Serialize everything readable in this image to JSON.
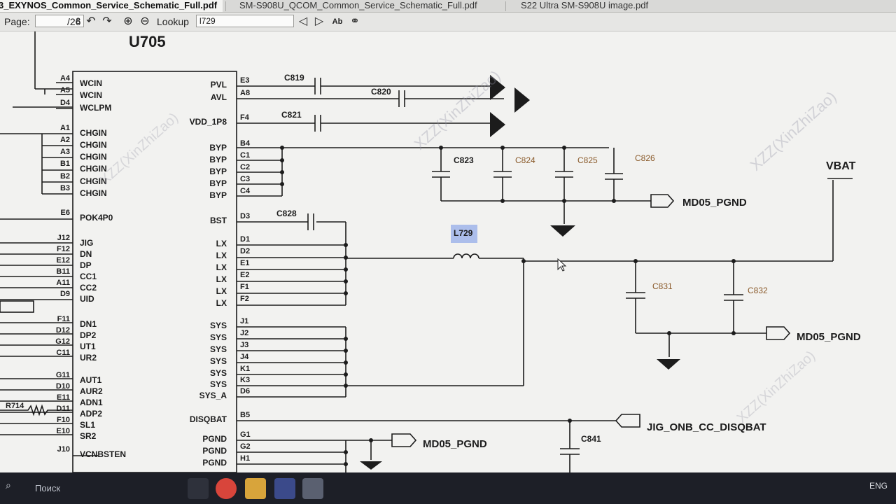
{
  "tabs": [
    {
      "label": "3_EXYNOS_Common_Service_Schematic_Full.pdf",
      "active": true
    },
    {
      "label": "SM-S908U_QCOM_Common_Service_Schematic_Full.pdf",
      "active": false
    },
    {
      "label": "S22 Ultra SM-S908U image.pdf",
      "active": false
    }
  ],
  "toolbar": {
    "page_label": "Page:",
    "page_value": "8",
    "page_total": "/26",
    "lookup_label": "Lookup",
    "lookup_value": "l729"
  },
  "schematic": {
    "chip_name": "U705",
    "left_pins": [
      {
        "ball": "A4",
        "name": "WCIN"
      },
      {
        "ball": "A5",
        "name": "WCIN"
      },
      {
        "ball": "D4",
        "name": "WCLPM"
      },
      {
        "ball": "A1",
        "name": "CHGIN"
      },
      {
        "ball": "A2",
        "name": "CHGIN"
      },
      {
        "ball": "A3",
        "name": "CHGIN"
      },
      {
        "ball": "B1",
        "name": "CHGIN"
      },
      {
        "ball": "B2",
        "name": "CHGIN"
      },
      {
        "ball": "B3",
        "name": "CHGIN"
      },
      {
        "ball": "E6",
        "name": "POK4P0"
      },
      {
        "ball": "J12",
        "name": "JIG"
      },
      {
        "ball": "F12",
        "name": "DN"
      },
      {
        "ball": "E12",
        "name": "DP"
      },
      {
        "ball": "B11",
        "name": "CC1"
      },
      {
        "ball": "A11",
        "name": "CC2"
      },
      {
        "ball": "D9",
        "name": "UID"
      },
      {
        "ball": "F11",
        "name": "DN1"
      },
      {
        "ball": "D12",
        "name": "DP2"
      },
      {
        "ball": "G12",
        "name": "UT1"
      },
      {
        "ball": "C11",
        "name": "UR2"
      },
      {
        "ball": "G11",
        "name": "AUT1"
      },
      {
        "ball": "D10",
        "name": "AUR2"
      },
      {
        "ball": "E11",
        "name": "ADN1"
      },
      {
        "ball": "D11",
        "name": "ADP2"
      },
      {
        "ball": "F10",
        "name": "SL1"
      },
      {
        "ball": "E10",
        "name": "SR2"
      },
      {
        "ball": "J10",
        "name": "VCNBSTEN"
      }
    ],
    "right_pins": [
      {
        "name": "PVL",
        "ball": "E3"
      },
      {
        "name": "AVL",
        "ball": "A8"
      },
      {
        "name": "VDD_1P8",
        "ball": "F4"
      },
      {
        "name": "BYP",
        "ball": "B4"
      },
      {
        "name": "BYP",
        "ball": "C1"
      },
      {
        "name": "BYP",
        "ball": "C2"
      },
      {
        "name": "BYP",
        "ball": "C3"
      },
      {
        "name": "BYP",
        "ball": "C4"
      },
      {
        "name": "BST",
        "ball": "D3"
      },
      {
        "name": "LX",
        "ball": "D1"
      },
      {
        "name": "LX",
        "ball": "D2"
      },
      {
        "name": "LX",
        "ball": "E1"
      },
      {
        "name": "LX",
        "ball": "E2"
      },
      {
        "name": "LX",
        "ball": "F1"
      },
      {
        "name": "LX",
        "ball": "F2"
      },
      {
        "name": "SYS",
        "ball": "J1"
      },
      {
        "name": "SYS",
        "ball": "J2"
      },
      {
        "name": "SYS",
        "ball": "J3"
      },
      {
        "name": "SYS",
        "ball": "J4"
      },
      {
        "name": "SYS",
        "ball": "K1"
      },
      {
        "name": "SYS",
        "ball": "K3"
      },
      {
        "name": "SYS_A",
        "ball": "D6"
      },
      {
        "name": "DISQBAT",
        "ball": "B5"
      },
      {
        "name": "PGND",
        "ball": "G1"
      },
      {
        "name": "PGND",
        "ball": "G2"
      },
      {
        "name": "PGND",
        "ball": "H1"
      }
    ],
    "caps": {
      "c819": "C819",
      "c820": "C820",
      "c821": "C821",
      "c823": "C823",
      "c824": "C824",
      "c825": "C825",
      "c826": "C826",
      "c828": "C828",
      "c831": "C831",
      "c832": "C832",
      "c841": "C841"
    },
    "inductor": "L729",
    "resistor": "R714",
    "nets": {
      "vbat": "VBAT",
      "pgnd1": "MD05_PGND",
      "pgnd2": "MD05_PGND",
      "pgnd3": "MD05_PGND",
      "jig": "JIG_ONB_CC_DISQBAT"
    },
    "watermark": "XZZ(XinZhiZao)"
  },
  "taskbar": {
    "search_placeholder": "Поиск",
    "lang": "ENG"
  },
  "colors": {
    "schematic_line": "#1c1c1c",
    "highlight": "#8fa8e8",
    "brown_label": "#8a5a2a"
  }
}
